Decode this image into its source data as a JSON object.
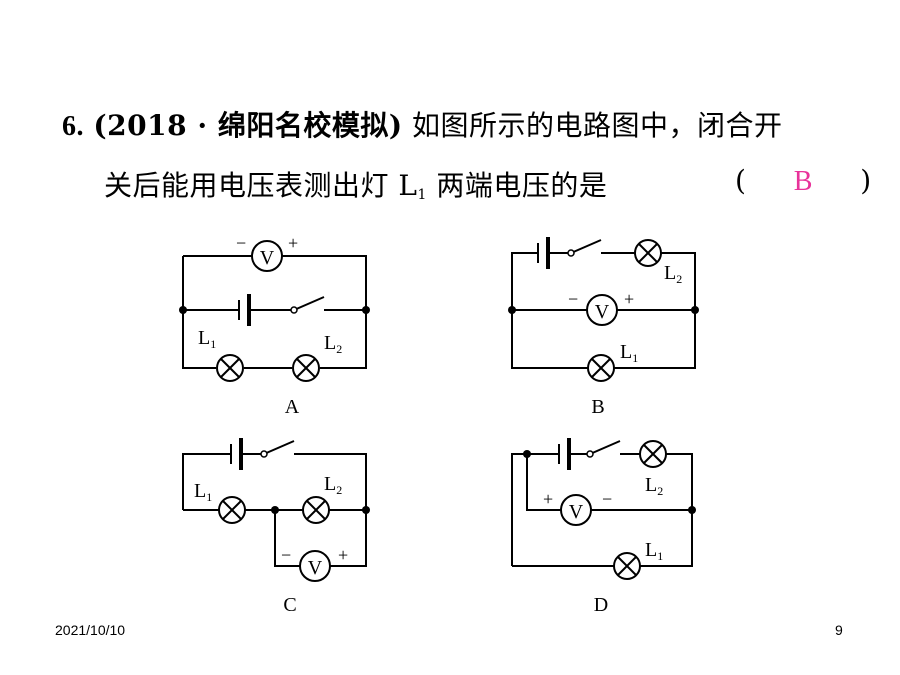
{
  "question": {
    "number": "6.",
    "source": "(2018 · 绵阳名校模拟)",
    "text_line1": "如图所示的电路图中，闭合开",
    "text_line2_pre": "关后能用电压表测出灯 L",
    "text_line2_sub": "1",
    "text_line2_post": " 两端电压的是",
    "answer_open": "(",
    "answer": "B",
    "answer_close": ")"
  },
  "diagrams": {
    "labels": [
      "A",
      "B",
      "C",
      "D"
    ],
    "voltmeter_symbol": "V",
    "minus": "−",
    "plus": "+",
    "lamp_letter": "L",
    "lamp1_sub": "1",
    "lamp2_sub": "2"
  },
  "footer": {
    "date": "2021/10/10",
    "page": "9"
  }
}
